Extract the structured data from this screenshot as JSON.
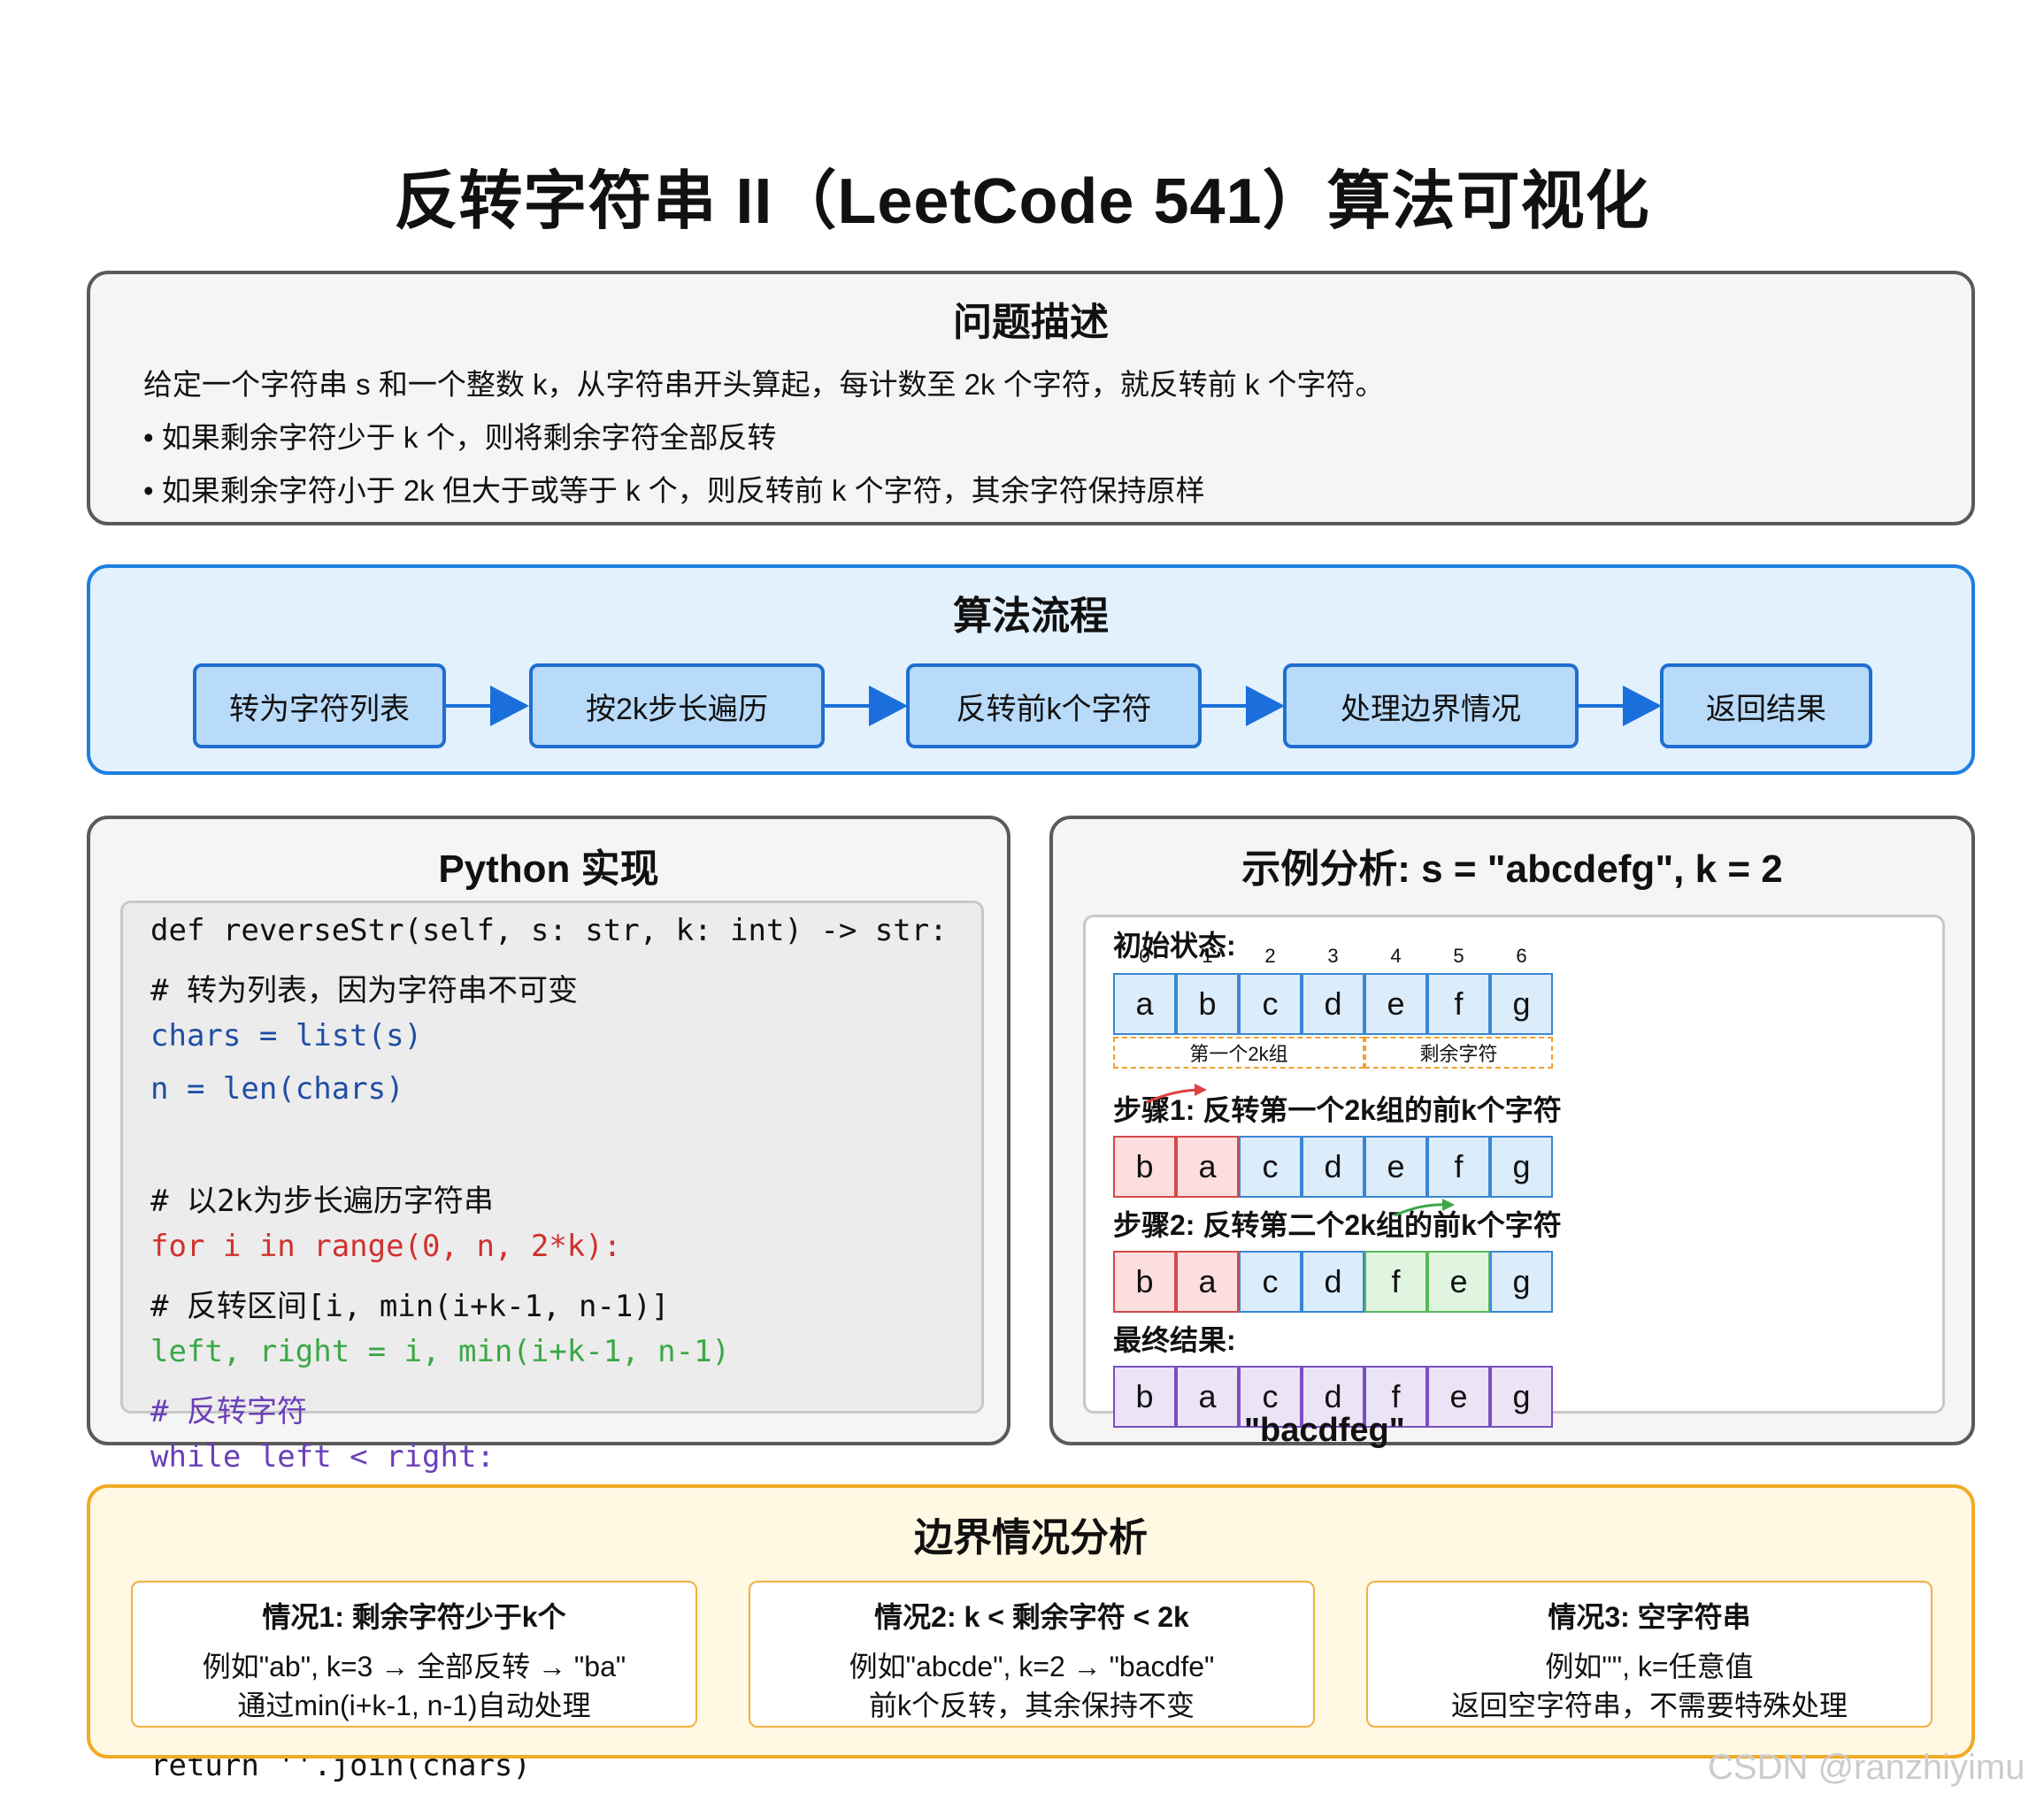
{
  "title": "反转字符串 II（LeetCode 541）算法可视化",
  "problem": {
    "heading": "问题描述",
    "lines": [
      "给定一个字符串 s 和一个整数 k，从字符串开头算起，每计数至 2k 个字符，就反转前 k 个字符。",
      "• 如果剩余字符少于 k 个，则将剩余字符全部反转",
      "• 如果剩余字符小于 2k 但大于或等于 k 个，则反转前 k 个字符，其余字符保持原样"
    ]
  },
  "flow": {
    "heading": "算法流程",
    "steps": [
      "转为字符列表",
      "按2k步长遍历",
      "反转前k个字符",
      "处理边界情况",
      "返回结果"
    ]
  },
  "code": {
    "heading": "Python 实现",
    "lines": [
      {
        "text": "def reverseStr(self, s: str, k: int) -> str:",
        "color": "#111111"
      },
      {
        "text": "# 转为列表，因为字符串不可变",
        "color": "#111111"
      },
      {
        "text": "chars = list(s)",
        "color": "#1f4ea3"
      },
      {
        "text": "n = len(chars)",
        "color": "#1f4ea3"
      },
      {
        "text": "",
        "color": "#111111"
      },
      {
        "text": "# 以2k为步长遍历字符串",
        "color": "#111111"
      },
      {
        "text": "for i in range(0, n, 2*k):",
        "color": "#d0312d"
      },
      {
        "text": "# 反转区间[i, min(i+k-1, n-1)]",
        "color": "#111111"
      },
      {
        "text": "left, right = i, min(i+k-1, n-1)",
        "color": "#3aa845"
      },
      {
        "text": "# 反转字符",
        "color": "#6a3fb8"
      },
      {
        "text": "while left < right:",
        "color": "#6a3fb8"
      }
    ],
    "overflow_line": "return ''.join(chars)"
  },
  "example": {
    "heading": "示例分析: s = \"abcdefg\", k = 2",
    "initial_label": "初始状态:",
    "indices": [
      "0",
      "1",
      "2",
      "3",
      "4",
      "5",
      "6"
    ],
    "initial": [
      "a",
      "b",
      "c",
      "d",
      "e",
      "f",
      "g"
    ],
    "group1_label": "第一个2k组",
    "group2_label": "剩余字符",
    "step1_label": "步骤1: 反转第一个2k组的前k个字符",
    "step1": [
      "b",
      "a",
      "c",
      "d",
      "e",
      "f",
      "g"
    ],
    "step2_label": "步骤2: 反转第二个2k组的前k个字符",
    "step2": [
      "b",
      "a",
      "c",
      "d",
      "f",
      "e",
      "g"
    ],
    "final_label": "最终结果:",
    "final": [
      "b",
      "a",
      "c",
      "d",
      "f",
      "e",
      "g"
    ],
    "result": "\"bacdfeg\""
  },
  "edge": {
    "heading": "边界情况分析",
    "cases": [
      {
        "title": "情况1: 剩余字符少于k个",
        "line1": "例如\"ab\", k=3 → 全部反转 → \"ba\"",
        "line2": "通过min(i+k-1, n-1)自动处理"
      },
      {
        "title": "情况2: k < 剩余字符 < 2k",
        "line1": "例如\"abcde\", k=2 → \"bacdfe\"",
        "line2": "前k个反转，其余保持不变"
      },
      {
        "title": "情况3: 空字符串",
        "line1": "例如\"\", k=任意值",
        "line2": "返回空字符串，不需要特殊处理"
      }
    ]
  },
  "watermark": "CSDN @ranzhiyimu"
}
